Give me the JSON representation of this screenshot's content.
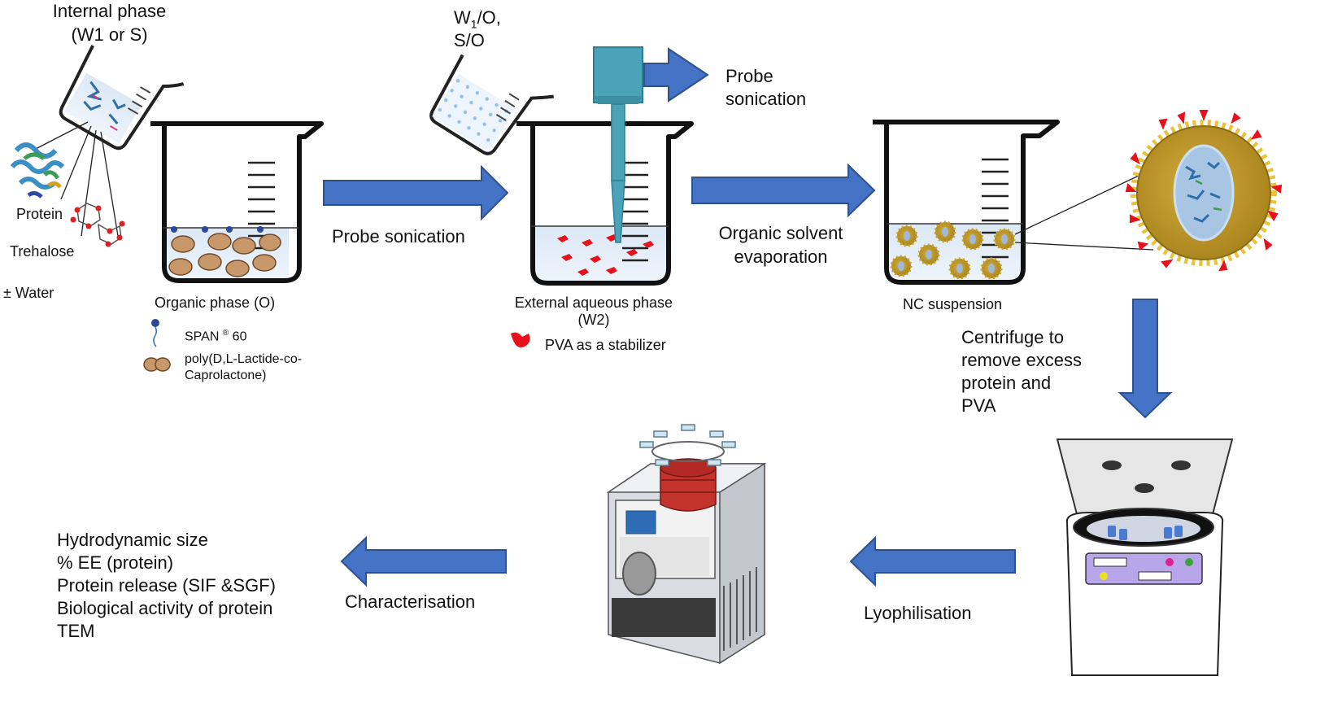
{
  "internal_phase": {
    "title": "Internal phase",
    "subtitle": "(W1 or S)"
  },
  "ingredients": {
    "protein": "Protein",
    "trehalose": "Trehalose",
    "water": "± Water"
  },
  "organic_phase": {
    "label": "Organic phase (O)",
    "legend_span": "SPAN",
    "legend_span_sup": "®",
    "legend_span_num": "60",
    "legend_polymer_line1": "poly(D,L-Lactide-co-",
    "legend_polymer_line2": "Caprolactone)"
  },
  "step1": {
    "label": "Probe sonication"
  },
  "w1o": {
    "line1_main": "W",
    "line1_sub": "1",
    "line1_rest": "/O,",
    "line2": "S/O"
  },
  "probe": {
    "line1": "Probe",
    "line2": "sonication"
  },
  "external_phase": {
    "line1": "External aqueous phase",
    "line2": "(W2)",
    "legend_pva": "PVA as a stabilizer"
  },
  "step2": {
    "line1": "Organic solvent",
    "line2": "evaporation"
  },
  "nc": {
    "label": "NC suspension"
  },
  "centrifuge": {
    "line1": "Centrifuge to",
    "line2": "remove excess",
    "line3": "protein and",
    "line4": "PVA"
  },
  "lyophilisation": {
    "label": "Lyophilisation"
  },
  "characterisation": {
    "label": "Characterisation",
    "items": [
      "Hydrodynamic size",
      "% EE (protein)",
      "Protein release (SIF &SGF)",
      "Biological activity of protein",
      "TEM"
    ]
  },
  "colors": {
    "arrow": "#4472c4",
    "arrow_border": "#2f528f",
    "polymer": "#c8976a",
    "pva": "#e8101a",
    "nanocapsule": "#c9a227"
  }
}
